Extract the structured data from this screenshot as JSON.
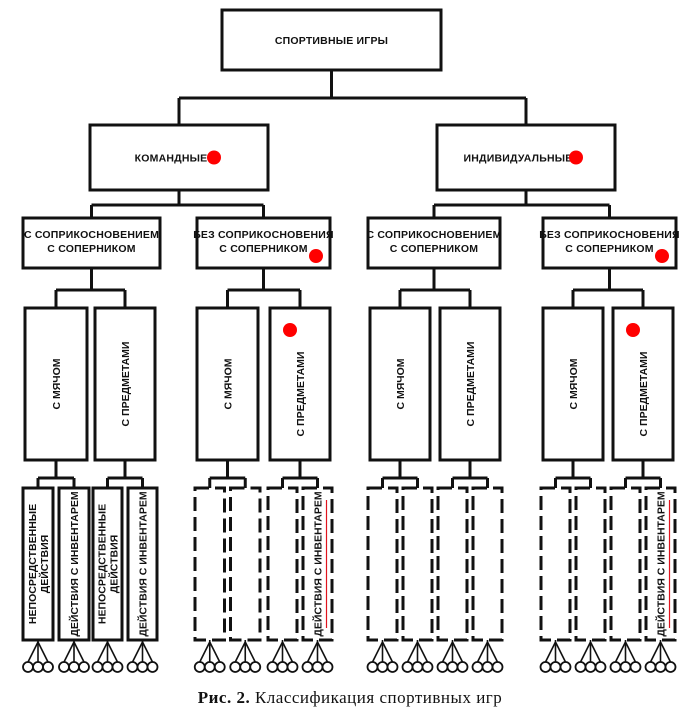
{
  "diagram": {
    "root": {
      "label": "СПОРТИВНЫЕ ИГРЫ"
    },
    "groups": [
      {
        "label": "КОМАНДНЫЕ",
        "marked": true,
        "children": [
          {
            "lines": [
              "С СОПРИКОСНОВЕНИЕМ",
              "С СОПЕРНИКОМ"
            ],
            "marked": false,
            "children": [
              {
                "label": "С МЯЧОМ",
                "marked": false,
                "children": [
                  {
                    "lines": [
                      "НЕПОСРЕДСТВЕННЫЕ",
                      "ДЕЙСТВИЯ"
                    ],
                    "dashed": false,
                    "leaves": 3
                  },
                  {
                    "lines": [
                      "ДЕЙСТВИЯ С ИНВЕНТАРЕМ"
                    ],
                    "dashed": false,
                    "leaves": 3
                  }
                ]
              },
              {
                "label": "С ПРЕДМЕТАМИ",
                "marked": false,
                "children": [
                  {
                    "lines": [
                      "НЕПОСРЕДСТВЕННЫЕ",
                      "ДЕЙСТВИЯ"
                    ],
                    "dashed": false,
                    "leaves": 3
                  },
                  {
                    "lines": [
                      "ДЕЙСТВИЯ С ИНВЕНТАРЕМ"
                    ],
                    "dashed": false,
                    "leaves": 3
                  }
                ]
              }
            ]
          },
          {
            "lines": [
              "БЕЗ СОПРИКОСНОВЕНИЯ",
              "С СОПЕРНИКОМ"
            ],
            "marked": true,
            "children": [
              {
                "label": "С МЯЧОМ",
                "marked": false,
                "children": [
                  {
                    "lines": [],
                    "dashed": true,
                    "leaves": 3
                  },
                  {
                    "lines": [],
                    "dashed": true,
                    "leaves": 3
                  }
                ]
              },
              {
                "label": "С ПРЕДМЕТАМИ",
                "marked": true,
                "children": [
                  {
                    "lines": [],
                    "dashed": true,
                    "leaves": 3
                  },
                  {
                    "lines": [
                      "ДЕЙСТВИЯ С ИНВЕНТАРЕМ"
                    ],
                    "dashed": true,
                    "underlined": true,
                    "leaves": 3
                  }
                ]
              }
            ]
          }
        ]
      },
      {
        "label": "ИНДИВИДУАЛЬНЫЕ",
        "marked": true,
        "children": [
          {
            "lines": [
              "С СОПРИКОСНОВЕНИЕМ",
              "С СОПЕРНИКОМ"
            ],
            "marked": false,
            "children": [
              {
                "label": "С МЯЧОМ",
                "marked": false,
                "children": [
                  {
                    "lines": [],
                    "dashed": true,
                    "leaves": 3
                  },
                  {
                    "lines": [],
                    "dashed": true,
                    "leaves": 3
                  }
                ]
              },
              {
                "label": "С ПРЕДМЕТАМИ",
                "marked": false,
                "children": [
                  {
                    "lines": [],
                    "dashed": true,
                    "leaves": 3
                  },
                  {
                    "lines": [],
                    "dashed": true,
                    "leaves": 3
                  }
                ]
              }
            ]
          },
          {
            "lines": [
              "БЕЗ СОПРИКОСНОВЕНИЯ",
              "С СОПЕРНИКОМ"
            ],
            "marked": true,
            "children": [
              {
                "label": "С МЯЧОМ",
                "marked": false,
                "children": [
                  {
                    "lines": [],
                    "dashed": true,
                    "leaves": 3
                  },
                  {
                    "lines": [],
                    "dashed": true,
                    "leaves": 3
                  }
                ]
              },
              {
                "label": "С ПРЕДМЕТАМИ",
                "marked": true,
                "children": [
                  {
                    "lines": [],
                    "dashed": true,
                    "leaves": 3
                  },
                  {
                    "lines": [
                      "ДЕЙСТВИЯ С ИНВЕНТАРЕМ"
                    ],
                    "dashed": true,
                    "underlined": true,
                    "leaves": 3
                  }
                ]
              }
            ]
          }
        ]
      }
    ],
    "marker_color": "#ff0000",
    "underline_color": "#e0141e"
  },
  "caption": {
    "prefix": "Рис.",
    "number": "2.",
    "text": "Классификация спортивных игр"
  }
}
